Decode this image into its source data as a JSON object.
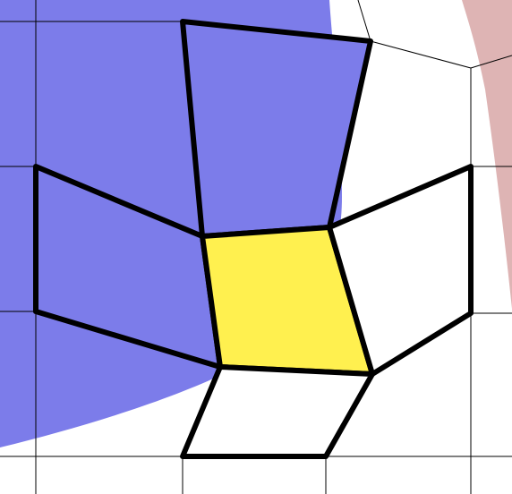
{
  "colors": {
    "background": "#ffffff",
    "blue_region": "#7c7cea",
    "pink_region": "#deb4b4",
    "grid": "#000000",
    "tile_outline": "#000000",
    "tile_plain": "#ffffff",
    "tile_highlight": "#fff04f"
  },
  "tiles": [
    {
      "name": "tile-top",
      "fill": "#7c7cea",
      "highlighted": false
    },
    {
      "name": "tile-left",
      "fill": "#7c7cea",
      "highlighted": false
    },
    {
      "name": "tile-center",
      "fill": "#fff04f",
      "highlighted": true
    },
    {
      "name": "tile-right",
      "fill": "#ffffff",
      "highlighted": false
    },
    {
      "name": "tile-bottom",
      "fill": "#ffffff",
      "highlighted": false
    }
  ]
}
